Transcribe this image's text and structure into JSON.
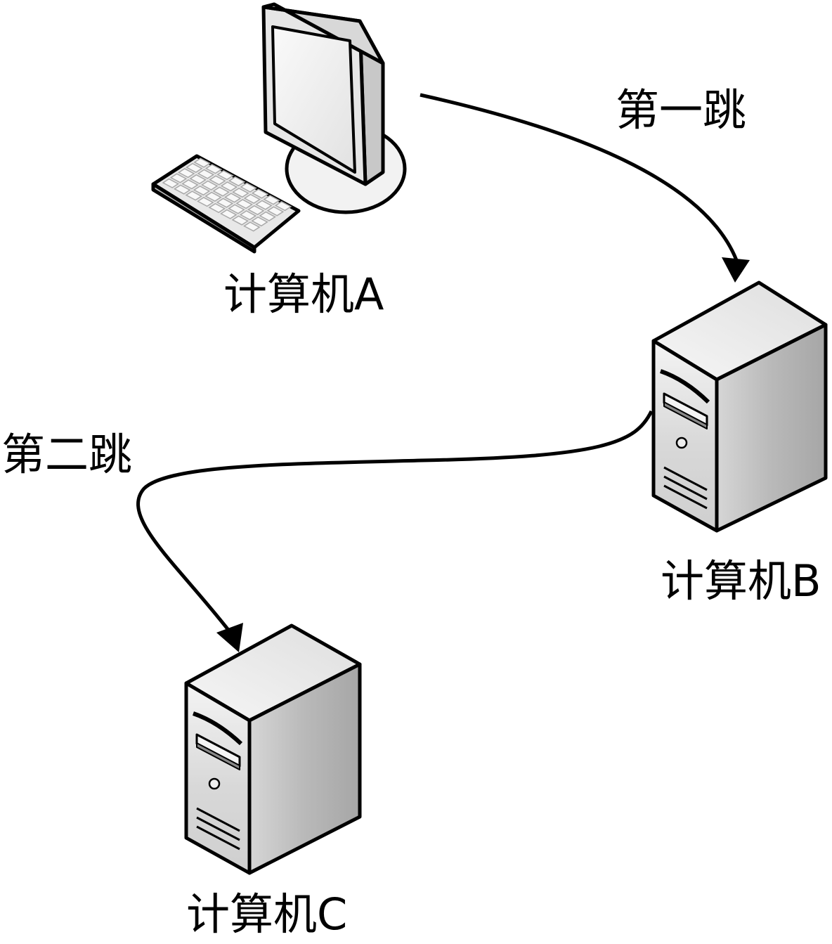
{
  "diagram": {
    "nodes": {
      "computer_a": {
        "label": "计算机A",
        "icon": "desktop-computer-icon"
      },
      "computer_b": {
        "label": "计算机B",
        "icon": "server-tower-icon"
      },
      "computer_c": {
        "label": "计算机C",
        "icon": "server-tower-icon"
      }
    },
    "edges": {
      "hop1": {
        "label": "第一跳",
        "from": "计算机A",
        "to": "计算机B"
      },
      "hop2": {
        "label": "第二跳",
        "from": "计算机B",
        "to": "计算机C"
      }
    },
    "colors": {
      "line": "#000000",
      "screen": "#f0f0f0",
      "case_front": "#dcdcdc",
      "case_side": "#b4b4b4",
      "case_top": "#ececec"
    }
  }
}
